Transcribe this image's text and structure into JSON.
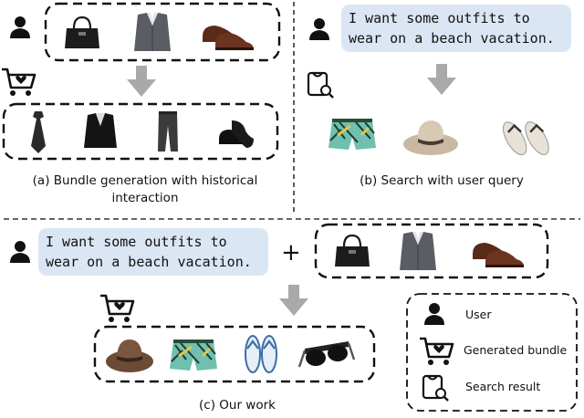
{
  "panels": {
    "a": {
      "caption_line1": "(a) Bundle generation with historical",
      "caption_line2": "interaction"
    },
    "b": {
      "caption": "(b) Search with user query",
      "query": "I want some outfits to wear on a beach vacation."
    },
    "c": {
      "caption": "(c) Our work",
      "query": "I want some outfits to wear on a beach vacation.",
      "plus": "+"
    }
  },
  "legend": {
    "user": "User",
    "bundle": "Generated bundle",
    "search": "Search result"
  },
  "icons": {
    "user": "user-icon",
    "cart": "shopping-cart-heart-icon",
    "search": "search-result-icon"
  }
}
